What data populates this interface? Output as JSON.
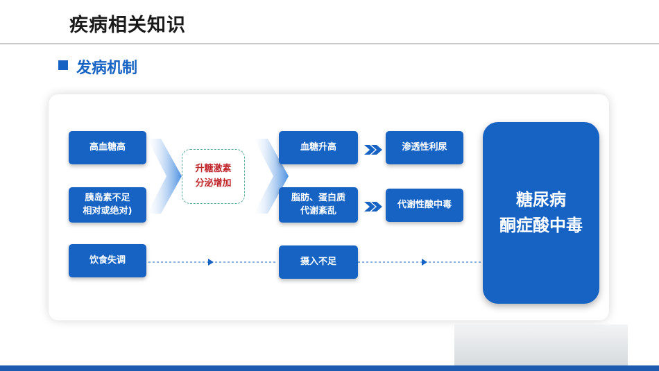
{
  "header": {
    "title": "疾病相关知识"
  },
  "section": {
    "title": "发病机制"
  },
  "diagram": {
    "causes": [
      {
        "id": "high-glucose",
        "label": "高血糖高"
      },
      {
        "id": "insulin",
        "label": "胰岛素不足\n相对或绝对)"
      },
      {
        "id": "diet",
        "label": "饮食失调"
      }
    ],
    "hormone": {
      "label": "升糖激素\n分泌增加"
    },
    "mid": [
      {
        "id": "glucose-rise",
        "label": "血糖升高"
      },
      {
        "id": "metabolism",
        "label": "脂肪、蛋白质\n代谢紊乱"
      },
      {
        "id": "intake",
        "label": "摄入不足"
      }
    ],
    "effects": [
      {
        "id": "diuresis",
        "label": "渗透性利尿"
      },
      {
        "id": "acidosis",
        "label": "代谢性酸中毒"
      }
    ],
    "result": {
      "label": "糖尿病\n酮症酸中毒"
    }
  },
  "colors": {
    "primary": "#1763c4",
    "accent_red": "#c0272d",
    "dash_border": "#5aa9a0"
  }
}
